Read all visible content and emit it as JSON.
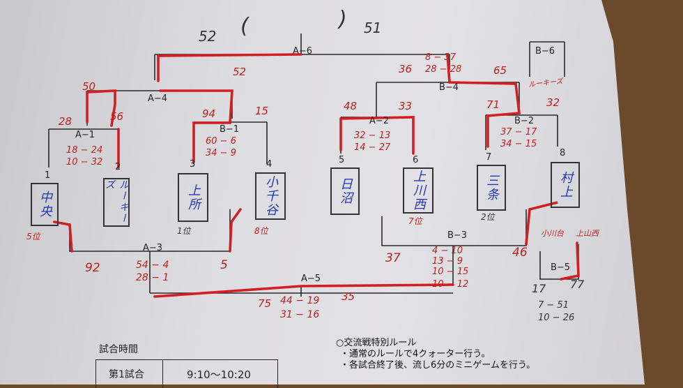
{
  "bracket": {
    "match_labels": {
      "a6": "A−6",
      "a4": "A−4",
      "a1": "A−1",
      "b1": "B−1",
      "a2": "A−2",
      "b4": "B−4",
      "b2": "B−2",
      "b6": "B−6",
      "a3": "A−3",
      "b3": "B−3",
      "a5": "A−5",
      "b5": "B−5"
    },
    "seeds": [
      "1",
      "2",
      "3",
      "4",
      "5",
      "6",
      "7",
      "8"
    ],
    "teams": [
      "中央",
      "ルーキーズ",
      "上所",
      "小千谷",
      "日沼",
      "上川西",
      "三条",
      "村上"
    ],
    "b6_note": "ルーキーズ",
    "rank_notes": [
      "5位",
      "1位",
      "8位",
      "7位",
      "2位",
      "小川台",
      "上山西"
    ]
  },
  "scores": {
    "a6_left": "52",
    "a6_right": "51",
    "a6_paren_open": "(",
    "a6_paren_close": ")",
    "a4_left": "50",
    "a4_right": "52",
    "a1_left": "28",
    "a1_right": "56",
    "a1_q1": "18 − 24",
    "a1_q2": "10 − 32",
    "b1_left": "94",
    "b1_right": "15",
    "b1_q1": "60 − 6",
    "b1_q2": "34 − 9",
    "b4_left": "36",
    "b4_right": "65",
    "b4_q1": "8 − 37",
    "b4_q2": "28 − 28",
    "a2_left": "48",
    "a2_right": "33",
    "a2_q1": "32 − 13",
    "a2_q2": "14 − 27",
    "b2_left": "71",
    "b2_right": "32",
    "b2_q1": "37 − 17",
    "b2_q2": "34 − 15",
    "a3_left": "92",
    "a3_right": "5",
    "a3_q1": "54 − 4",
    "a3_q2": "28 − 1",
    "b3_left": "37",
    "b3_right": "46",
    "b3_q": [
      "4 − 10",
      "13 − 9",
      "10 − 15",
      "10 − 12"
    ],
    "a5_left": "75",
    "a5_right": "35",
    "a5_q1": "44 − 19",
    "a5_q2": "31 − 16",
    "b5_left": "17",
    "b5_right": "77",
    "b5_q1": "7 − 51",
    "b5_q2": "10 − 26"
  },
  "schedule": {
    "title": "試合時間",
    "row1_label": "第1試合",
    "row1_time": "9:10〜10:20"
  },
  "rules": {
    "heading": "○交流戦特別ルール",
    "line1": "・通常のルールで4クォーター行う。",
    "line2": "・各試合終了後、流し6分のミニゲームを行う。"
  },
  "colors": {
    "ink": "#222222",
    "red_pen": "#c0201c",
    "blue_pen": "#2438b0"
  }
}
